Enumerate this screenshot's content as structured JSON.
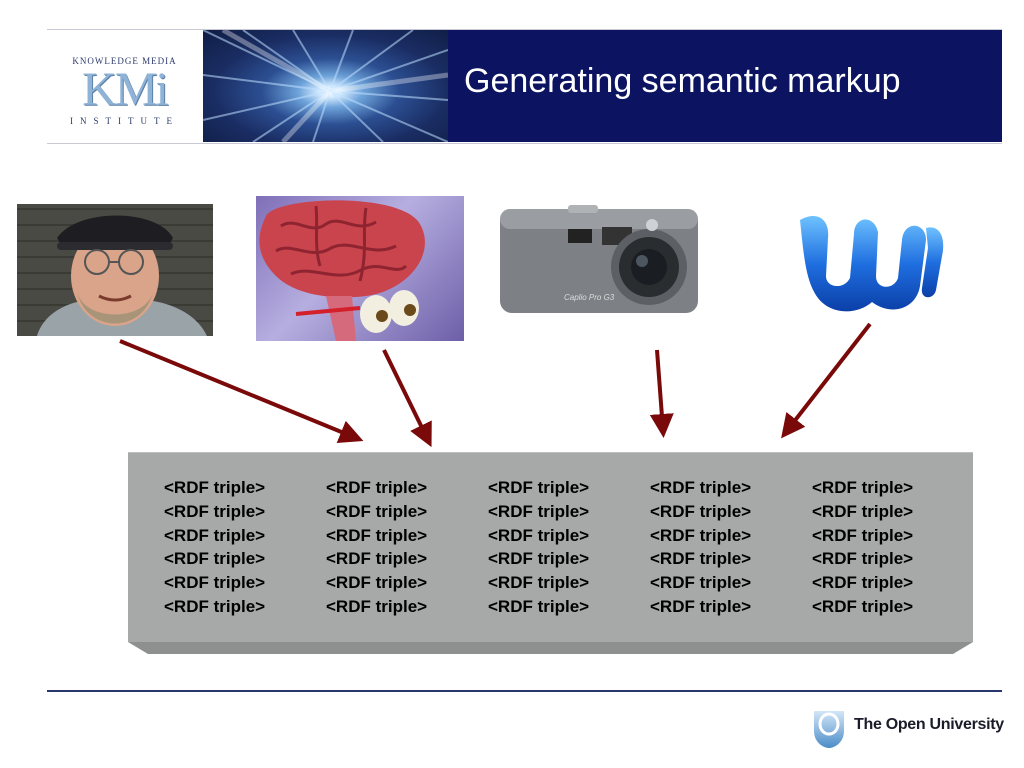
{
  "header": {
    "title": "Generating semantic markup",
    "logo": {
      "top_text": "KNOWLEDGE MEDIA",
      "mark": "KMi",
      "bottom_text": "INSTITUTE"
    }
  },
  "sources": [
    {
      "name": "person-photo",
      "icon": "person-photo"
    },
    {
      "name": "brain-illustration",
      "icon": "brain-eyes-icon"
    },
    {
      "name": "digital-camera",
      "icon": "camera-icon",
      "label": "Caplio Pro G3"
    },
    {
      "name": "word-application",
      "icon": "word-icon"
    }
  ],
  "triples": {
    "label": "<RDF triple>",
    "columns": 5,
    "rows": 6
  },
  "colors": {
    "title_bar": "#0c1461",
    "arrow": "#7a0a0a",
    "box": "#a7a8a8"
  },
  "footer": {
    "org_name": "The Open University"
  }
}
